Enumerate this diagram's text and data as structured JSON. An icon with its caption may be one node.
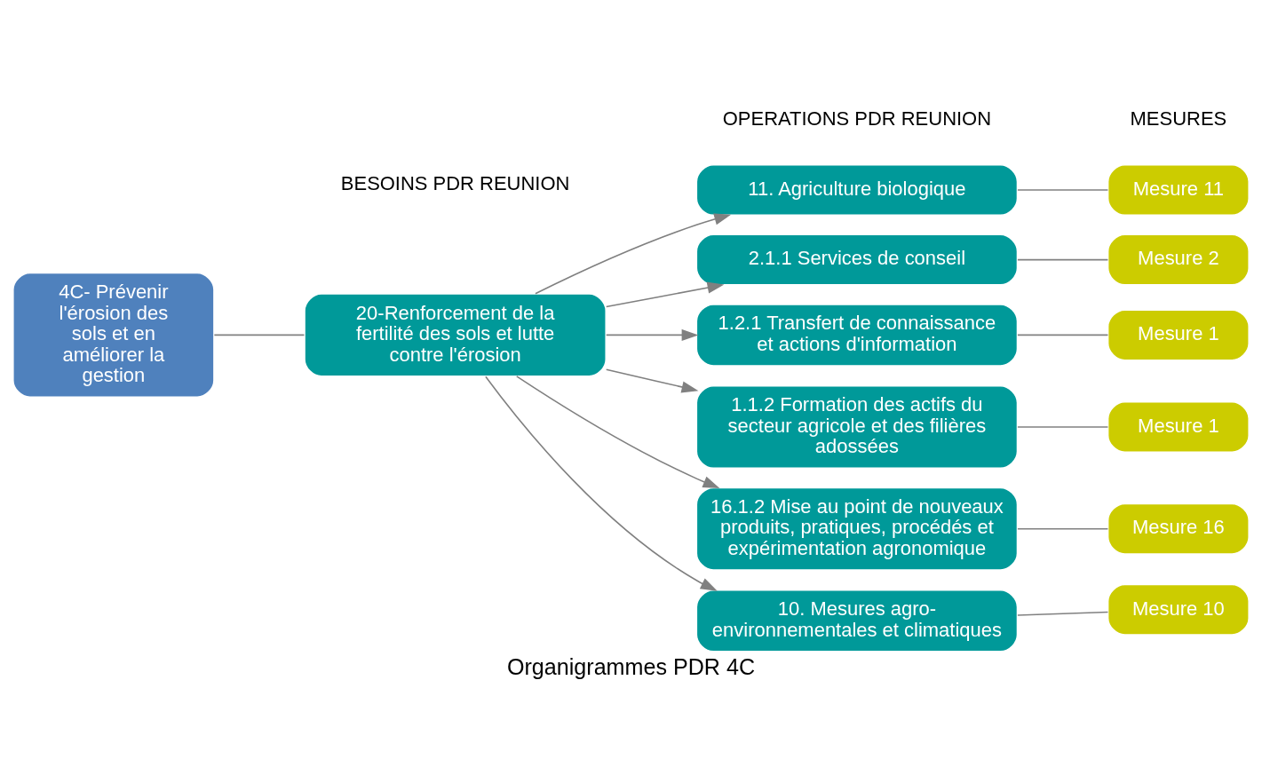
{
  "diagram": {
    "caption": "Organigrammes PDR 4C",
    "nodes": [
      {
        "text": [
          "4C- Prévenir l'érosion des sols et en améliorer la gestion"
        ]
      },
      {
        "text": [
          "20-Renforcement de la fertilité des sols et lutte contre l'érosion"
        ]
      },
      {
        "text": [
          "10. Mesures agro-environnementales et climatiques"
        ]
      },
      {
        "text": [
          "11. Agriculture biologique"
        ]
      },
      {
        "text": [
          "2.1.1 Services de conseil"
        ]
      },
      {
        "text": [
          "1.2.1 Transfert de connaissance et actions d'information"
        ]
      },
      {
        "text": [
          "1.1.2 Formation des actifs du secteur agricole et des filières adossées"
        ]
      },
      {
        "text": [
          "16.1.2 Mise au point de nouveaux produits, pratiques, procédés et expérimentation agronomique"
        ]
      },
      {
        "text": [
          "Mesure 10"
        ]
      },
      {
        "text": [
          "Mesure 11"
        ]
      },
      {
        "text": [
          "Mesure 2"
        ]
      },
      {
        "text": [
          "Mesure 1"
        ]
      },
      {
        "text": [
          "Mesure 1"
        ]
      },
      {
        "text": [
          "Mesure 16"
        ]
      }
    ],
    "edges": [
      {
        "from": 0,
        "to": 1,
        "arrow": "none"
      },
      {
        "from": 1,
        "to": 2,
        "arrow": "to"
      },
      {
        "from": 1,
        "to": 3,
        "arrow": "to"
      },
      {
        "from": 1,
        "to": 4,
        "arrow": "to"
      },
      {
        "from": 1,
        "to": 5,
        "arrow": "to"
      },
      {
        "from": 1,
        "to": 6,
        "arrow": "to"
      },
      {
        "from": 1,
        "to": 7,
        "arrow": "to"
      },
      {
        "from": 2,
        "to": 8,
        "arrow": "none"
      },
      {
        "from": 3,
        "to": 9,
        "arrow": "none"
      },
      {
        "from": 4,
        "to": 10,
        "arrow": "none"
      },
      {
        "from": 5,
        "to": 11,
        "arrow": "none"
      },
      {
        "from": 6,
        "to": 12,
        "arrow": "none"
      },
      {
        "from": 7,
        "to": 13,
        "arrow": "none"
      }
    ],
    "labels": [
      "BESOINS PDR REUNION",
      "OPERATIONS PDR REUNION",
      "MESURES"
    ]
  }
}
